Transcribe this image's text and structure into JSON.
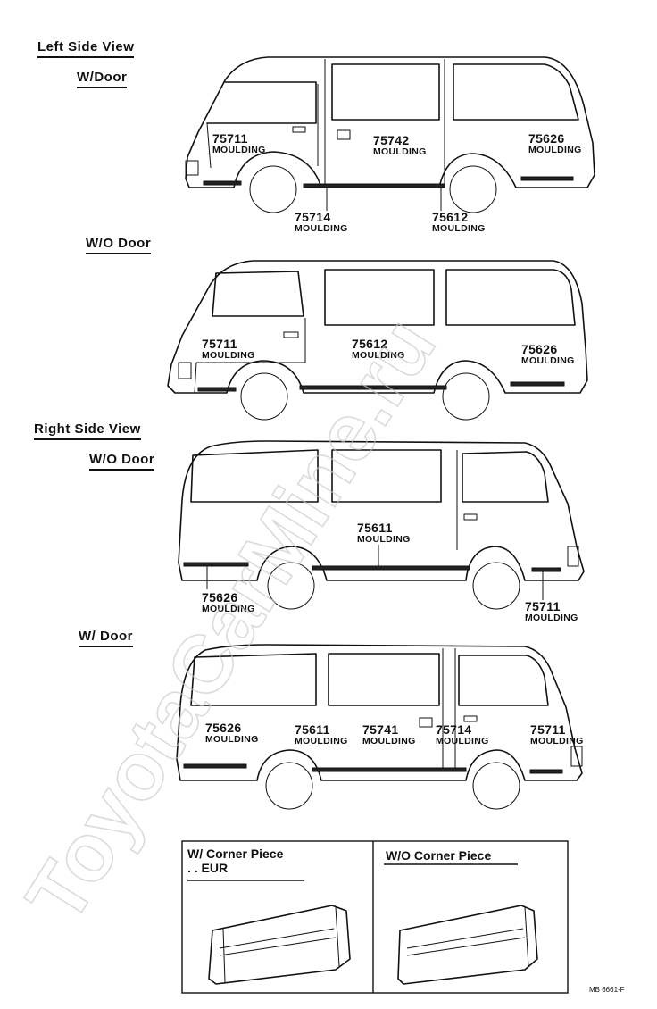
{
  "sections": {
    "left_side_view": "Left Side View",
    "left_w_door": "W/Door",
    "left_wo_door": "W/O  Door",
    "right_side_view": "Right  Side  View",
    "right_wo_door": "W/O  Door",
    "right_w_door": "W/  Door"
  },
  "parts": {
    "lwd_75711": {
      "no": "75711",
      "name": "MOULDING"
    },
    "lwd_75742": {
      "no": "75742",
      "name": "MOULDING"
    },
    "lwd_75626": {
      "no": "75626",
      "name": "MOULDING"
    },
    "lwd_75714": {
      "no": "75714",
      "name": "MOULDING"
    },
    "lwd_75612": {
      "no": "75612",
      "name": "MOULDING"
    },
    "lwo_75711": {
      "no": "75711",
      "name": "MOULDING"
    },
    "lwo_75612": {
      "no": "75612",
      "name": "MOULDING"
    },
    "lwo_75626": {
      "no": "75626",
      "name": "MOULDING"
    },
    "rwo_75611": {
      "no": "75611",
      "name": "MOULDING"
    },
    "rwo_75626": {
      "no": "75626",
      "name": "MOULDING"
    },
    "rwo_75711": {
      "no": "75711",
      "name": "MOULDING"
    },
    "rwd_75626": {
      "no": "75626",
      "name": "MOULDING"
    },
    "rwd_75611": {
      "no": "75611",
      "name": "MOULDING"
    },
    "rwd_75741": {
      "no": "75741",
      "name": "MOULDING"
    },
    "rwd_75714": {
      "no": "75714",
      "name": "MOULDING"
    },
    "rwd_75711": {
      "no": "75711",
      "name": "MOULDING"
    }
  },
  "detail_box": {
    "left_label_line1": "W/ Corner  Piece",
    "left_label_line2": ". . EUR",
    "right_label": "W/O  Corner  Piece"
  },
  "drawing_code": "MB  6661-F",
  "watermark": "ToyotaCarMine.ru"
}
